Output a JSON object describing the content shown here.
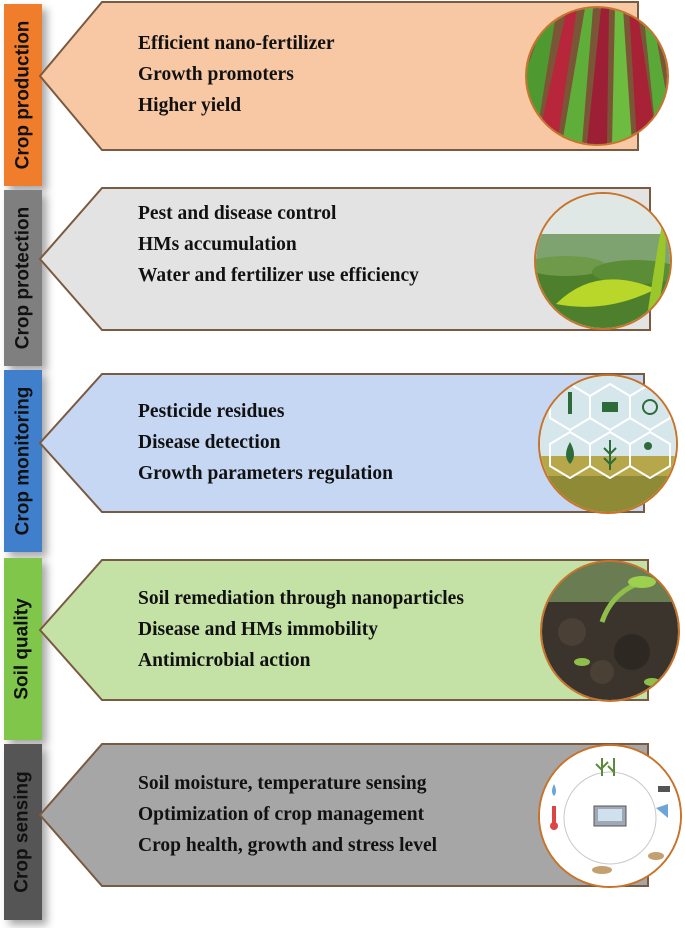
{
  "sections": [
    {
      "tab": "Crop production",
      "tab_color": "#ef7d2c",
      "panel_color": "#f8c8a4",
      "items": [
        "Efficient nano-fertilizer",
        "Growth promoters",
        "Higher yield"
      ],
      "image_icon": "crop-rows-photo"
    },
    {
      "tab": "Crop protection",
      "tab_color": "#7f7f7f",
      "panel_color": "#e3e3e3",
      "items": [
        "Pest and disease control",
        "HMs accumulation",
        "Water and fertilizer use efficiency"
      ],
      "image_icon": "tea-field-leaf-photo"
    },
    {
      "tab": "Crop monitoring",
      "tab_color": "#3f7fcc",
      "panel_color": "#c5d7f2",
      "items": [
        "Pesticide residues",
        "Disease detection",
        "Growth parameters regulation"
      ],
      "image_icon": "smart-farming-hexagon-photo"
    },
    {
      "tab": "Soil quality",
      "tab_color": "#7fc64a",
      "panel_color": "#c4e2a6",
      "items": [
        "Soil remediation through nanoparticles",
        "Disease and HMs immobility",
        "Antimicrobial action"
      ],
      "image_icon": "soil-seedling-photo"
    },
    {
      "tab": "Crop sensing",
      "tab_color": "#555555",
      "panel_color": "#a6a6a6",
      "items": [
        "Soil moisture, temperature sensing",
        "Optimization of crop management",
        "Crop health, growth and stress level"
      ],
      "image_icon": "iot-sensor-diagram"
    }
  ]
}
